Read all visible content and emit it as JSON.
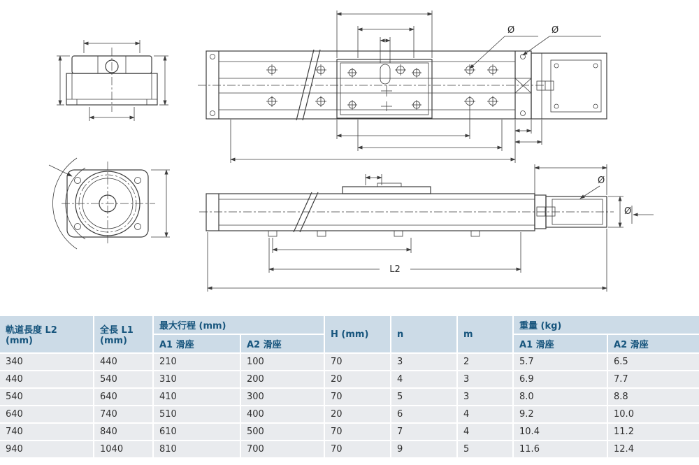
{
  "drawing": {
    "l2_label": "L2",
    "diameter_symbol": "Ø"
  },
  "table": {
    "headers": {
      "rail_length": "軌道長度 L2\n(mm)",
      "total_length": "全長 L1\n(mm)",
      "max_stroke": "最大行程 (mm)",
      "height": "H (mm)",
      "n": "n",
      "m": "m",
      "weight": "重量 (kg)",
      "a1_slider": "A1 滑座",
      "a2_slider": "A2 滑座"
    },
    "rows": [
      [
        "340",
        "440",
        "210",
        "100",
        "70",
        "3",
        "2",
        "5.7",
        "6.5"
      ],
      [
        "440",
        "540",
        "310",
        "200",
        "20",
        "4",
        "3",
        "6.9",
        "7.7"
      ],
      [
        "540",
        "640",
        "410",
        "300",
        "70",
        "5",
        "3",
        "8.0",
        "8.8"
      ],
      [
        "640",
        "740",
        "510",
        "400",
        "20",
        "6",
        "4",
        "9.2",
        "10.0"
      ],
      [
        "740",
        "840",
        "610",
        "500",
        "70",
        "7",
        "4",
        "10.4",
        "11.2"
      ],
      [
        "940",
        "1040",
        "810",
        "700",
        "70",
        "9",
        "5",
        "11.6",
        "12.4"
      ]
    ]
  }
}
